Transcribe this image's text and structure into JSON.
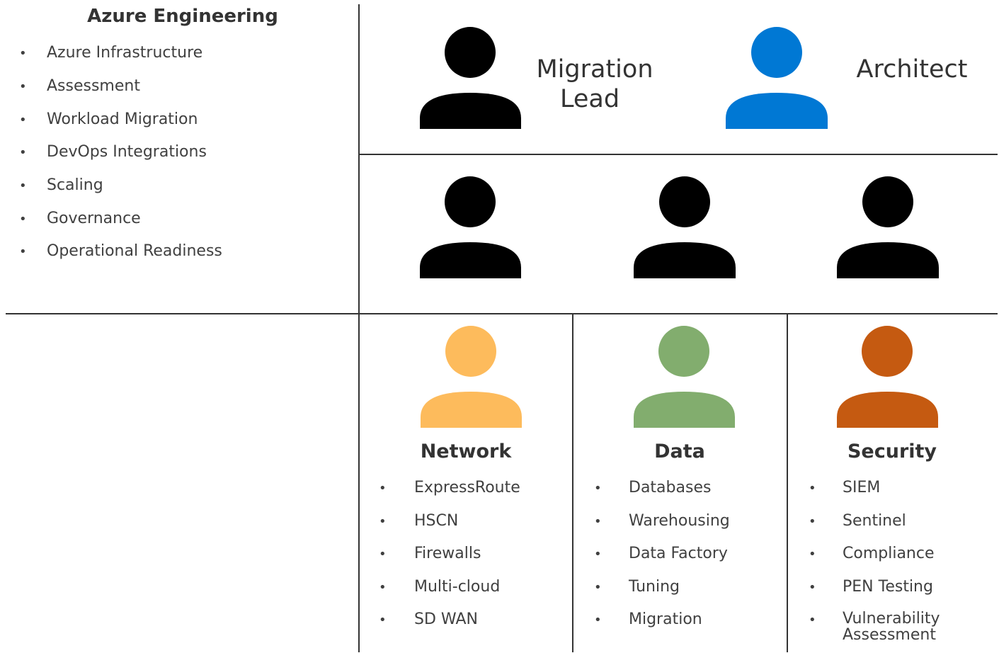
{
  "azure": {
    "title": "Azure Engineering",
    "items": [
      "Azure Infrastructure",
      "Assessment",
      "Workload Migration",
      "DevOps Integrations",
      "Scaling",
      "Governance",
      "Operational Readiness"
    ]
  },
  "roles": {
    "migration_lead": {
      "line1": "Migration",
      "line2": "Lead"
    },
    "architect": {
      "label": "Architect"
    }
  },
  "teams": {
    "network": {
      "title": "Network",
      "items": [
        "ExpressRoute",
        "HSCN",
        "Firewalls",
        "Multi-cloud",
        "SD WAN"
      ]
    },
    "data": {
      "title": "Data",
      "items": [
        "Databases",
        "Warehousing",
        "Data Factory",
        "Tuning",
        "Migration"
      ]
    },
    "security": {
      "title": "Security",
      "items": [
        "SIEM",
        "Sentinel",
        "Compliance",
        "PEN Testing",
        "Vulnerability Assessment"
      ]
    }
  },
  "bullet": "•",
  "colors": {
    "lead_icon": "#000000",
    "architect_icon": "#0078D4",
    "team_member_icon": "#000000",
    "network_icon": "#FDBB5C",
    "data_icon": "#82AD6E",
    "security_icon": "#C55A11"
  }
}
